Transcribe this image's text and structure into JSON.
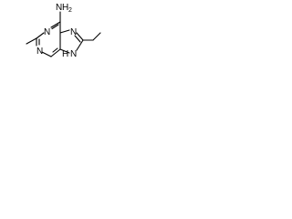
{
  "molecule": {
    "atoms": {
      "amine": "NH2",
      "amine_n": "N",
      "amine_h": "H",
      "amine_sub": "2",
      "n1": "N",
      "n3": "N",
      "n7": "N",
      "n9": "N",
      "n9_h": "H"
    },
    "colors": {
      "ink": "#000000",
      "background": "#ffffff"
    }
  }
}
